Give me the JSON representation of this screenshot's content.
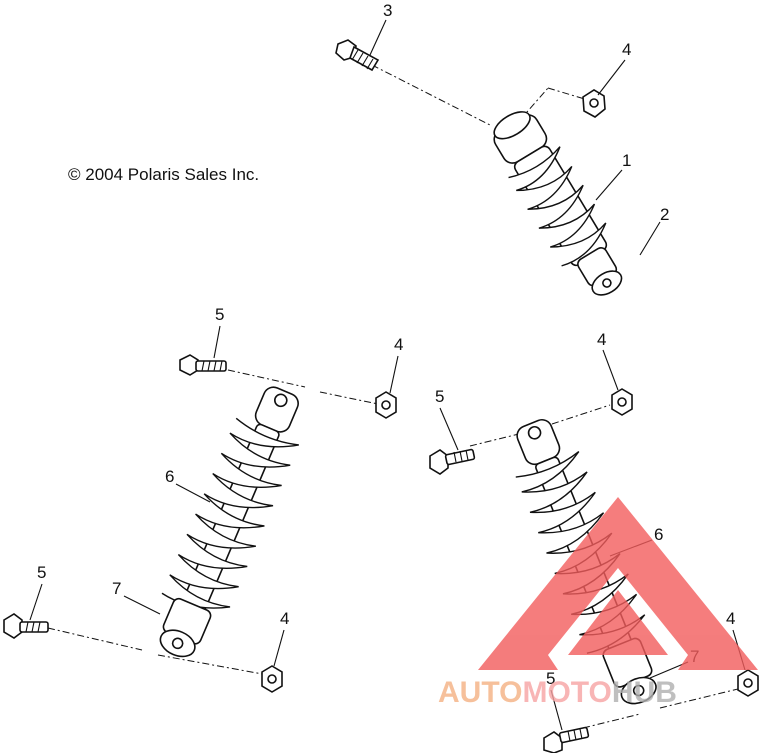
{
  "copyright": "© 2004 Polaris Sales Inc.",
  "callouts": {
    "top_bolt": "3",
    "top_nut": "4",
    "top_shock": "1",
    "top_sleeve": "2",
    "left_top_bolt": "5",
    "left_top_nut": "4",
    "left_spring": "6",
    "left_sleeve": "7",
    "left_bottom_bolt": "5",
    "left_bottom_nut": "4",
    "right_top_nut": "4",
    "right_top_bolt": "5",
    "right_spring": "6",
    "right_sleeve": "7",
    "right_bottom_nut": "4",
    "right_bottom_bolt": "5"
  },
  "watermark": {
    "part1": "AUTO",
    "part2": "MOTO",
    "part3": "HUB",
    "color1": "#f4b183",
    "color2": "#f7a3a3",
    "color3": "#b0b0b0",
    "triangle_color": "#f25c5c"
  }
}
